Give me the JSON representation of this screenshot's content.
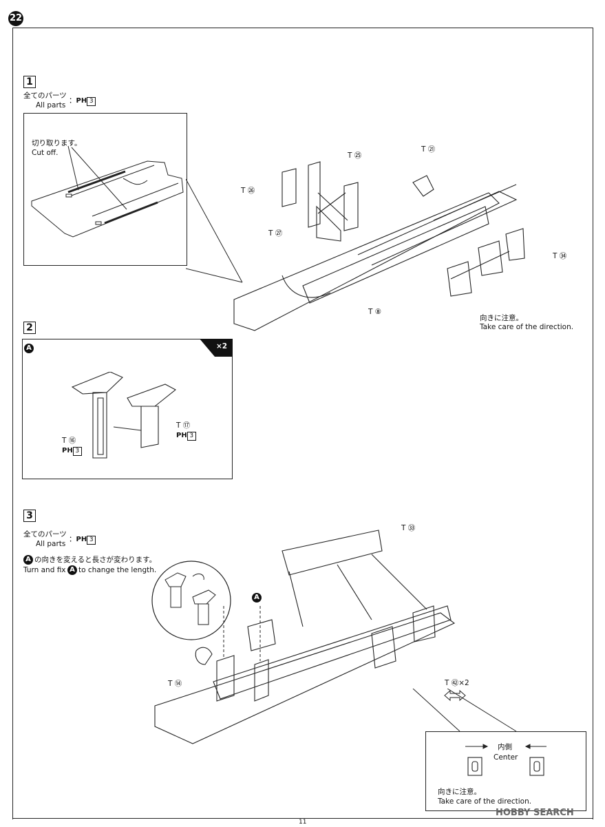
{
  "page": {
    "assembly_number": "22",
    "page_number": "11",
    "watermark": "HOBBY SEARCH"
  },
  "step1": {
    "number": "1",
    "parts_label_jp": "全てのパーツ",
    "parts_label_en": "All parts",
    "parts_code": "PH",
    "parts_code_num": "3",
    "inset_note_jp": "切り取ります。",
    "inset_note_en": "Cut off.",
    "labels": [
      "T ㉕",
      "T ㉖",
      "T ㉗",
      "T ㉑",
      "T ㉞",
      "T ⑧"
    ],
    "note_jp": "向きに注意。",
    "note_en": "Take care of the direction."
  },
  "step2": {
    "number": "2",
    "badge": "A",
    "multiplier": "×2",
    "label_t16": "T ⑯",
    "label_t17": "T ⑰",
    "code": "PH",
    "code_num": "3"
  },
  "step3": {
    "number": "3",
    "parts_label_jp": "全てのパーツ",
    "parts_label_en": "All parts",
    "parts_code": "PH",
    "parts_code_num": "3",
    "note_a_jp": "の向きを変えると長さが変わります。",
    "note_a_en_1": "Turn and fix",
    "note_a_en_2": "to change the length.",
    "badge": "A",
    "label_t33": "T ㉝",
    "label_t14": "T ⑭",
    "label_t67": "T ㊷×2",
    "inner_jp": "内側",
    "inner_en": "Center",
    "note_jp": "向きに注意。",
    "note_en": "Take care of the direction."
  }
}
